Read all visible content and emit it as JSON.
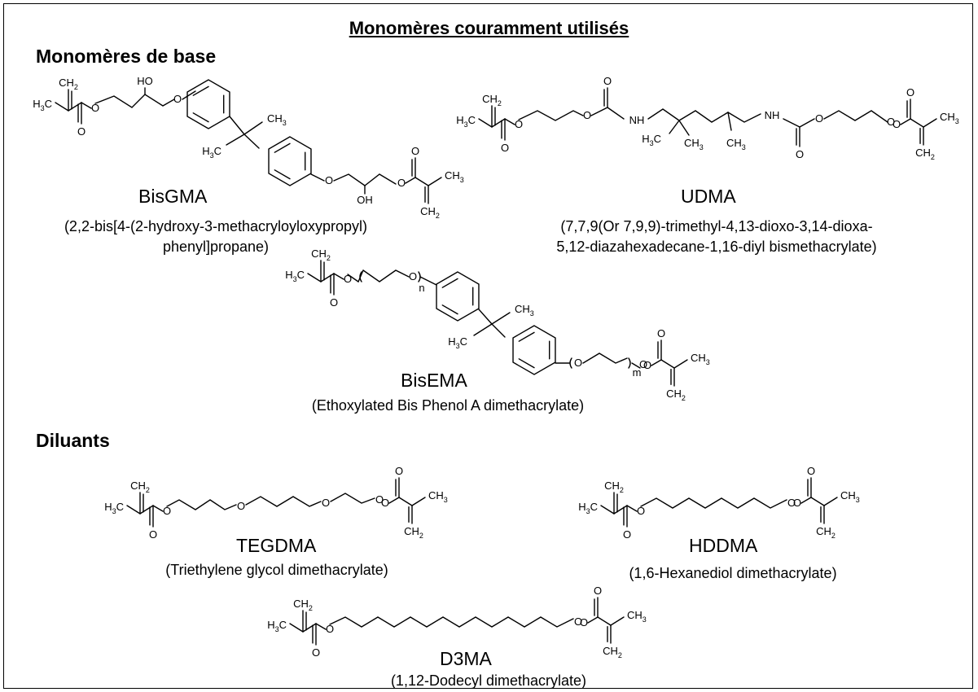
{
  "title": "Monomères couramment utilisés",
  "sections": [
    {
      "heading": "Monomères de base",
      "monomers": [
        {
          "name": "BisGMA",
          "full_name": [
            "(2,2-bis[4-(2-hydroxy-3-methacryloyloxypropyl)",
            "phenyl]propane)"
          ]
        },
        {
          "name": "UDMA",
          "full_name": [
            "(7,7,9(Or 7,9,9)-trimethyl-4,13-dioxo-3,14-dioxa-",
            "5,12-diazahexadecane-1,16-diyl bismethacrylate)"
          ]
        },
        {
          "name": "BisEMA",
          "full_name": [
            "(Ethoxylated Bis Phenol A dimethacrylate)"
          ]
        }
      ]
    },
    {
      "heading": "Diluants",
      "monomers": [
        {
          "name": "TEGDMA",
          "full_name": [
            "(Triethylene glycol dimethacrylate)"
          ]
        },
        {
          "name": "HDDMA",
          "full_name": [
            "(1,6-Hexanediol dimethacrylate)"
          ]
        },
        {
          "name": "D3MA",
          "full_name": [
            "(1,12-Dodecyl dimethacrylate)"
          ]
        }
      ]
    }
  ],
  "atom_labels": {
    "ch2": "CH2",
    "ch3": "CH3",
    "h3c": "H3C",
    "o": "O",
    "oh": "OH",
    "ho": "HO",
    "nh": "NH",
    "n": "n",
    "m": "m"
  }
}
